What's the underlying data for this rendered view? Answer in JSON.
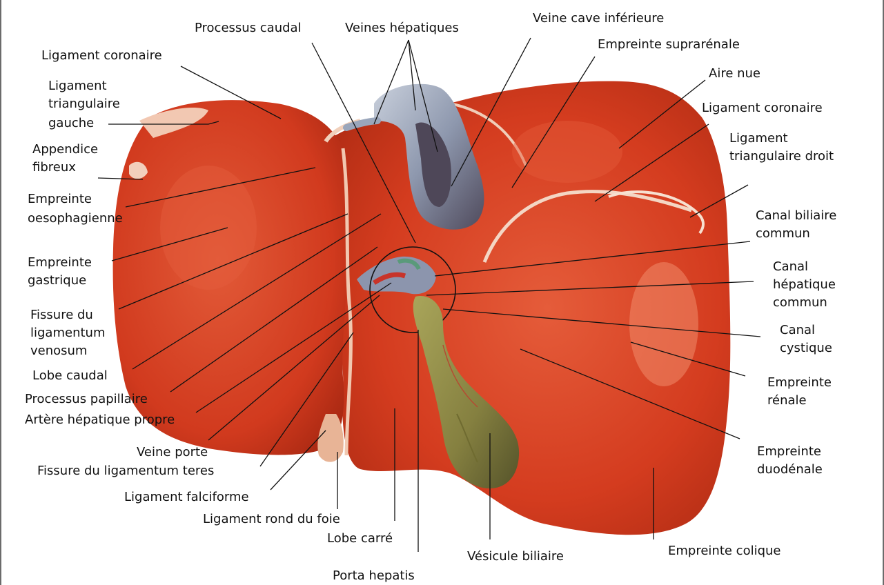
{
  "colors": {
    "liver": "#d43a1e",
    "liver_dark": "#a82510",
    "liver_light": "#ea6a48",
    "ligament": "#f3d7c4",
    "vein": "#9aa6bb",
    "vein_dark": "#5c5368",
    "gallbladder": "#8a8a44",
    "gallbladder_dark": "#5e5e28",
    "leader_line": "#111111",
    "frame": "#6b6b6b"
  },
  "labels": {
    "processus_caudal_top": "Processus caudal",
    "veines_hepatiques": "Veines hépatiques",
    "veine_cave_inferieure": "Veine cave inférieure",
    "empreinte_suprarenale": "Empreinte suprarénale",
    "ligament_coronaire_left": "Ligament coronaire",
    "aire_nue": "Aire nue",
    "ligament_triangulaire_gauche": [
      "Ligament",
      "triangulaire",
      "gauche"
    ],
    "ligament_coronaire_right": "Ligament coronaire",
    "appendice_fibreux": [
      "Appendice",
      "fibreux"
    ],
    "ligament_triangulaire_droit": [
      "Ligament",
      "triangulaire droit"
    ],
    "empreinte_oesophagienne": [
      "Empreinte",
      "oesophagienne"
    ],
    "canal_biliaire_commun": [
      "Canal biliaire",
      "commun"
    ],
    "empreinte_gastrique": [
      "Empreinte",
      "gastrique"
    ],
    "canal_hepatique_commun": [
      "Canal",
      "hépatique",
      "commun"
    ],
    "fissure_ligamentum_venosum": [
      "Fissure du",
      "ligamentum",
      "venosum"
    ],
    "canal_cystique": [
      "Canal",
      "cystique"
    ],
    "lobe_caudal": "Lobe caudal",
    "empreinte_renale": [
      "Empreinte",
      "rénale"
    ],
    "processus_papillaire": "Processus papillaire",
    "artere_hepatique_propre": "Artère hépatique propre",
    "veine_porte": "Veine porte",
    "empreinte_duodenale": [
      "Empreinte",
      "duodénale"
    ],
    "fissure_ligamentum_teres": "Fissure du ligamentum teres",
    "ligament_falciforme": "Ligament falciforme",
    "ligament_rond_du_foie": "Ligament rond du foie",
    "lobe_carre": "Lobe carré",
    "vesicule_biliaire": "Vésicule biliaire",
    "empreinte_colique": "Empreinte colique",
    "porta_hepatis": "Porta hepatis"
  }
}
